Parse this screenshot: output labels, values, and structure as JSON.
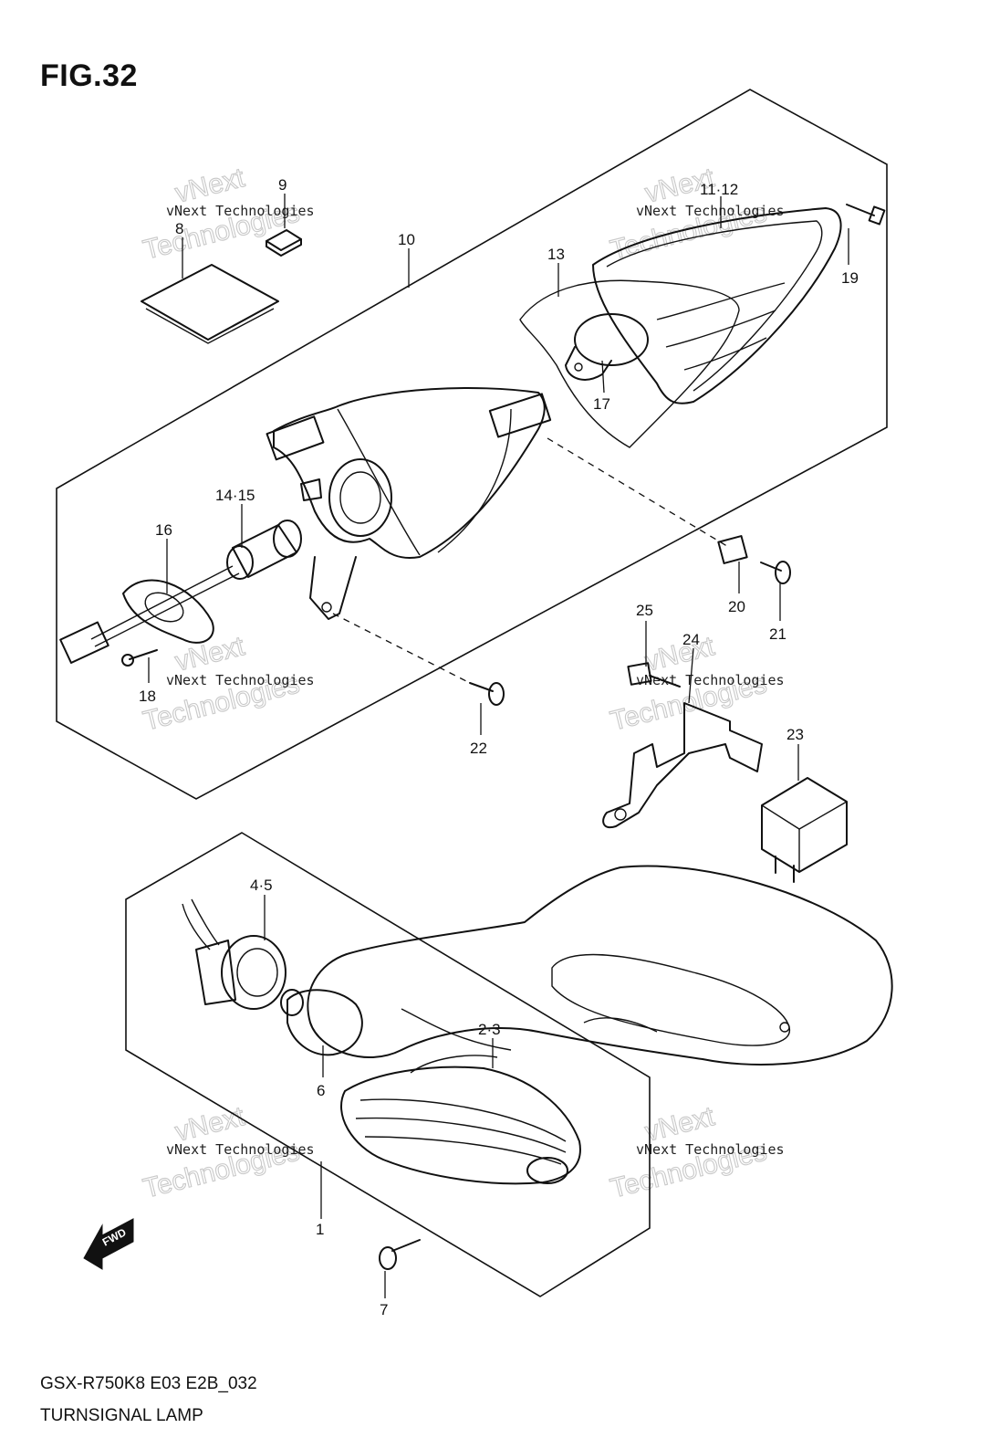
{
  "figure": {
    "title": "FIG.32",
    "model_code": "GSX-R750K8 E03 E2B_032",
    "name": "TURNSIGNAL LAMP"
  },
  "watermark": {
    "line1": "vNext Technologies",
    "big_top": "vNext",
    "big_bottom": "Technologies"
  },
  "fwd_label": "FWD",
  "callouts": {
    "c1": "1",
    "c2_3": "2·3",
    "c4_5": "4·5",
    "c6": "6",
    "c7": "7",
    "c8": "8",
    "c9": "9",
    "c10": "10",
    "c11_12": "11·12",
    "c13": "13",
    "c14_15": "14·15",
    "c16": "16",
    "c17": "17",
    "c18": "18",
    "c19": "19",
    "c20": "20",
    "c21": "21",
    "c22": "22",
    "c23": "23",
    "c24": "24",
    "c25": "25"
  }
}
